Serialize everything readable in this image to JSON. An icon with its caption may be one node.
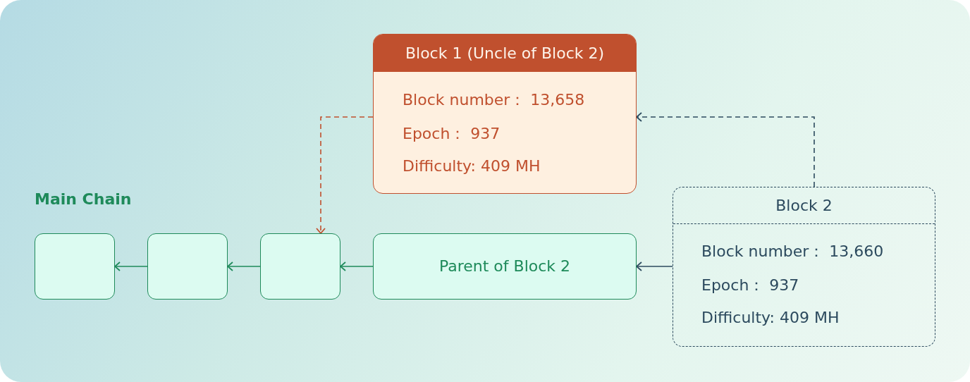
{
  "diagram": {
    "nodes": [
      {
        "text": [
          "Block 1 (Uncle of Block 2)",
          "Block number： 13,658",
          "Epoch： 937",
          "Difficulty: 409 MH"
        ]
      },
      {
        "text": [],
        "shape": "box"
      },
      {
        "text": [],
        "shape": "box"
      },
      {
        "text": [],
        "shape": "box"
      },
      {
        "text": [
          "Parent of Block 2"
        ]
      },
      {
        "text": [
          "Block 2",
          "Block number： 13,660",
          "Epoch： 937",
          "Difficulty: 409 MH"
        ]
      }
    ],
    "edges": [
      {
        "from": 2,
        "to": 1,
        "arrow": "to"
      },
      {
        "from": 3,
        "to": 2,
        "arrow": "to"
      },
      {
        "from": 4,
        "to": 3,
        "arrow": "to"
      },
      {
        "from": 5,
        "to": 4,
        "arrow": "to",
        "color": "#2c4a5e"
      },
      {
        "from": 0,
        "to": 3,
        "arrow": "to",
        "style": "dashed",
        "color": "#c0502e"
      },
      {
        "from": 5,
        "to": 0,
        "arrow": "to",
        "style": "dashed",
        "color": "#2c4a5e"
      }
    ],
    "labels": [
      "Main Chain"
    ]
  }
}
